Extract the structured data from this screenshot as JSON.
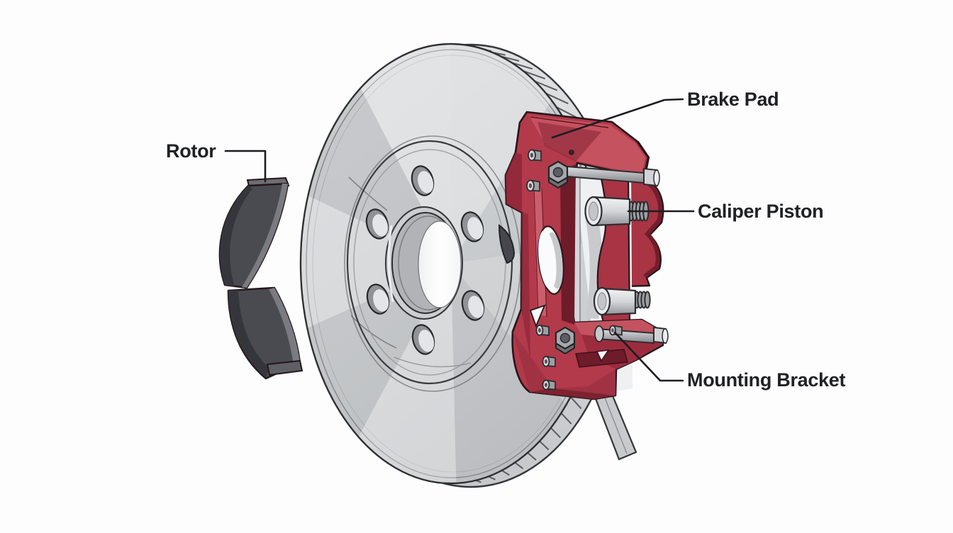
{
  "diagram": {
    "background": "#fdfdfd",
    "parts": [
      {
        "id": "rotor",
        "label": "Rotor"
      },
      {
        "id": "brake-pad",
        "label": "Brake Pad"
      },
      {
        "id": "caliper-piston",
        "label": "Caliper Piston"
      },
      {
        "id": "mounting-bracket",
        "label": "Mounting Bracket"
      }
    ],
    "colors": {
      "label_text": "#202124",
      "leader_line": "#1c1d20",
      "outline": "#26161b",
      "rotor_face": "#ced0d3",
      "rotor_rim": "#d9dadc",
      "pad_dark": "#4a4b50",
      "pad_side": "#35363b",
      "pad_edge": "#7a7b80",
      "caliper_red": "#b23a4a",
      "caliper_red_light": "#c4525f",
      "caliper_red_dark": "#8c2638",
      "caliper_red_deep": "#6e1b2a",
      "metal_light": "#e9eaed",
      "metal_mid": "#b4b5b9",
      "metal_dark": "#6f7074"
    }
  }
}
